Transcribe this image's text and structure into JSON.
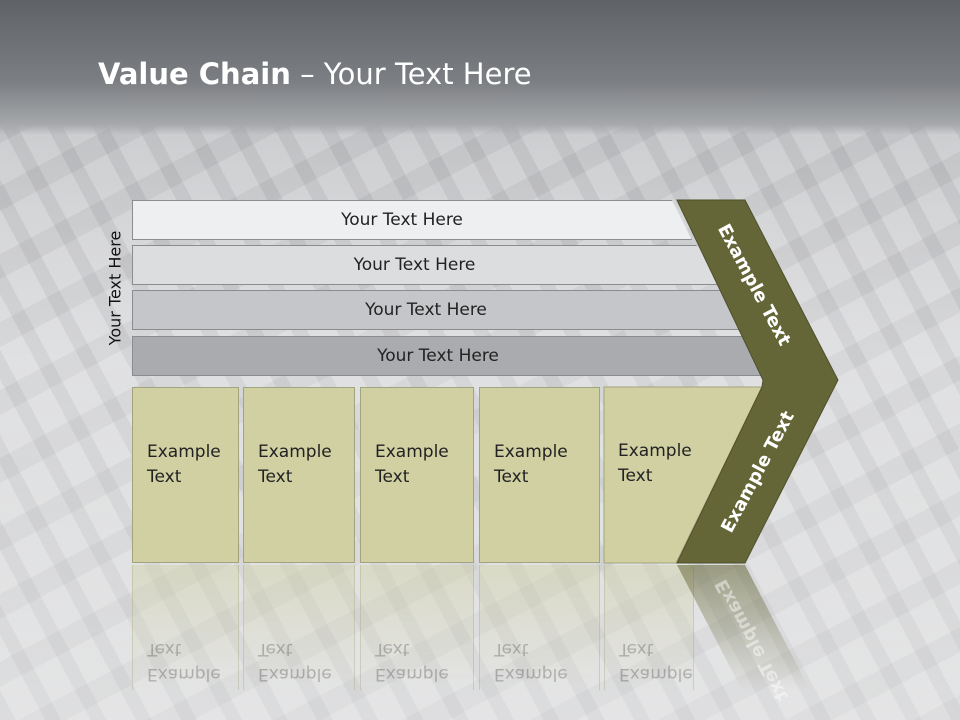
{
  "title": {
    "bold": "Value Chain",
    "rest": " – Your Text Here"
  },
  "side_label": "Your Text Here",
  "bands": [
    {
      "label": "Your Text Here"
    },
    {
      "label": "Your Text Here"
    },
    {
      "label": "Your Text Here"
    },
    {
      "label": "Your Text Here"
    }
  ],
  "boxes": [
    {
      "label": "Example Text"
    },
    {
      "label": "Example Text"
    },
    {
      "label": "Example Text"
    },
    {
      "label": "Example Text"
    },
    {
      "label": "Example Text"
    }
  ],
  "chevron": {
    "upper_label": "Example Text",
    "lower_label": "Example Text"
  },
  "colors": {
    "chevron": "#656637",
    "boxes": "#d0d0a3",
    "header": "#6a6d71"
  }
}
